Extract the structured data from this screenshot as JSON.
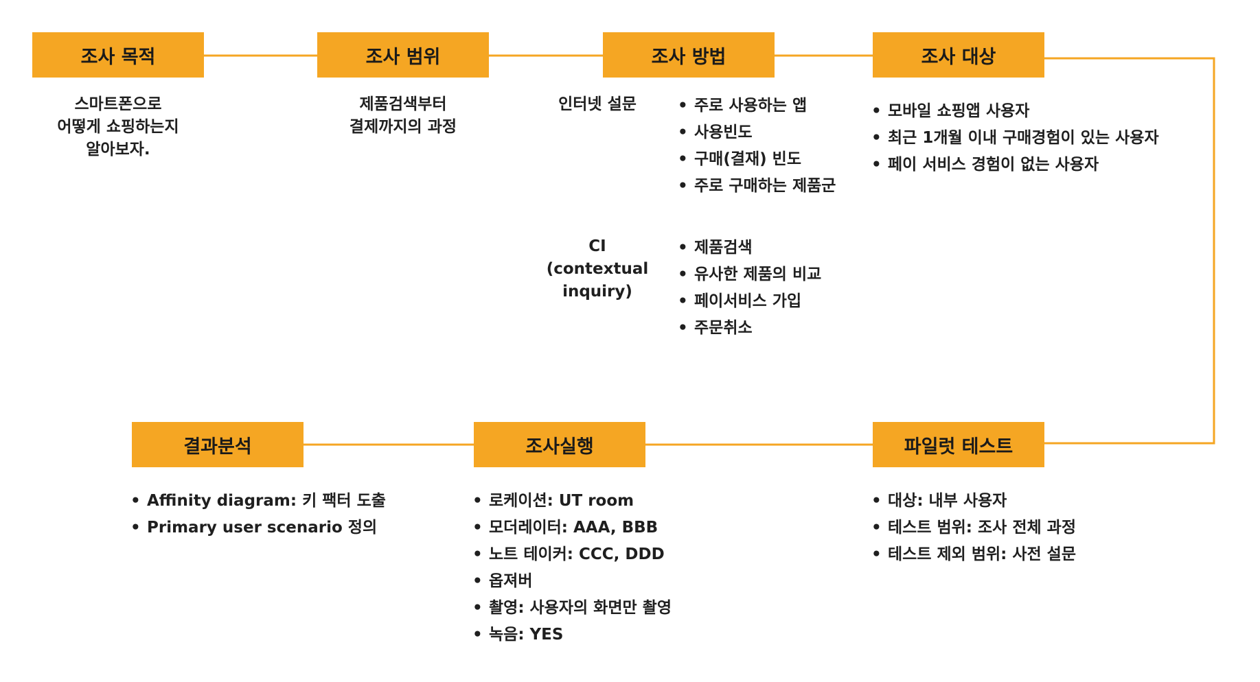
{
  "colors": {
    "accent": "#f5a623",
    "text": "#1f1f1f",
    "connector": "#f5a623"
  },
  "steps": {
    "purpose": {
      "title": "조사 목적",
      "lines": [
        "스마트폰으로",
        "어떻게 쇼핑하는지",
        "알아보자."
      ]
    },
    "scope": {
      "title": "조사 범위",
      "lines": [
        "제품검색부터",
        "결제까지의 과정"
      ]
    },
    "method": {
      "title": "조사 방법",
      "survey_label": "인터넷 설문",
      "survey_items": [
        "주로 사용하는 앱",
        "사용빈도",
        "구매(결재) 빈도",
        "주로 구매하는 제품군"
      ],
      "ci_label_lines": [
        "CI",
        "(contextual",
        "inquiry)"
      ],
      "ci_items": [
        "제품검색",
        "유사한 제품의 비교",
        "페이서비스 가입",
        "주문취소"
      ]
    },
    "target": {
      "title": "조사 대상",
      "items": [
        "모바일 쇼핑앱 사용자",
        "최근 1개월 이내 구매경험이 있는 사용자",
        "페이 서비스 경험이 없는 사용자"
      ]
    },
    "pilot": {
      "title": "파일럿 테스트",
      "items": [
        "대상: 내부 사용자",
        "테스트 범위: 조사 전체 과정",
        "테스트 제외 범위: 사전 설문"
      ]
    },
    "execution": {
      "title": "조사실행",
      "items": [
        "로케이션: UT room",
        "모더레이터: AAA, BBB",
        "노트 테이커: CCC, DDD",
        "옵져버",
        "촬영: 사용자의 화면만 촬영",
        "녹음: YES"
      ]
    },
    "analysis": {
      "title": "결과분석",
      "items": [
        "Affinity diagram: 키 팩터 도출",
        "Primary user scenario 정의"
      ]
    }
  }
}
